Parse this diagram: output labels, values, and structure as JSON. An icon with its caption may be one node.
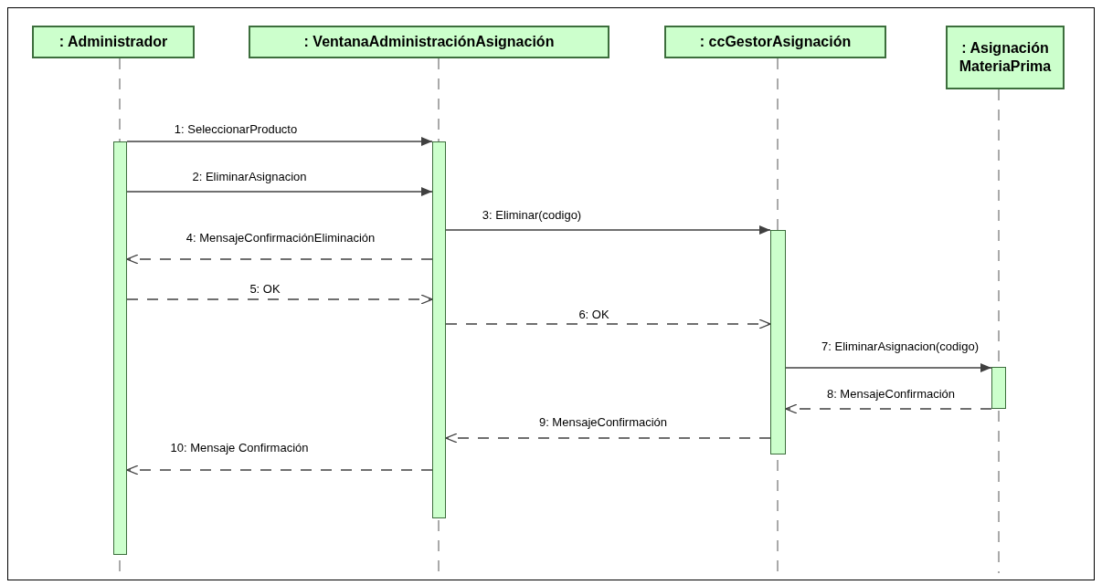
{
  "diagram": {
    "nodes": [
      {
        "text": [
          ": Administrador"
        ]
      },
      {
        "text": [
          ": VentanaAdministraciónAsignación"
        ]
      },
      {
        "text": [
          ": ccGestorAsignación"
        ]
      },
      {
        "text": [
          ": Asignación MateriaPrima"
        ]
      },
      {
        "text": [],
        "shape": "bar"
      },
      {
        "text": [],
        "shape": "bar"
      },
      {
        "text": [],
        "shape": "bar"
      },
      {
        "text": [],
        "shape": "bar"
      }
    ],
    "edges": [
      {
        "from": 4,
        "to": 5,
        "arrow": "to",
        "label": "1: SeleccionarProducto"
      },
      {
        "from": 4,
        "to": 5,
        "arrow": "to",
        "label": "2: EliminarAsignacion"
      },
      {
        "from": 5,
        "to": 6,
        "arrow": "to",
        "label": "3: Eliminar(codigo)"
      },
      {
        "from": 5,
        "to": 4,
        "arrow": "to",
        "label": "4: MensajeConfirmaciónEliminación",
        "style": "dashed"
      },
      {
        "from": 4,
        "to": 5,
        "arrow": "to",
        "label": "5: OK",
        "style": "dashed"
      },
      {
        "from": 5,
        "to": 6,
        "arrow": "to",
        "label": "6: OK",
        "style": "dashed"
      },
      {
        "from": 6,
        "to": 7,
        "arrow": "to",
        "label": "7: EliminarAsignacion(codigo)"
      },
      {
        "from": 7,
        "to": 6,
        "arrow": "to",
        "label": "8: MensajeConfirmación",
        "style": "dashed"
      },
      {
        "from": 6,
        "to": 5,
        "arrow": "to",
        "label": "9: MensajeConfirmación",
        "style": "dashed"
      },
      {
        "from": 5,
        "to": 4,
        "arrow": "to",
        "label": "10: Mensaje Confirmación",
        "style": "dashed"
      }
    ]
  }
}
